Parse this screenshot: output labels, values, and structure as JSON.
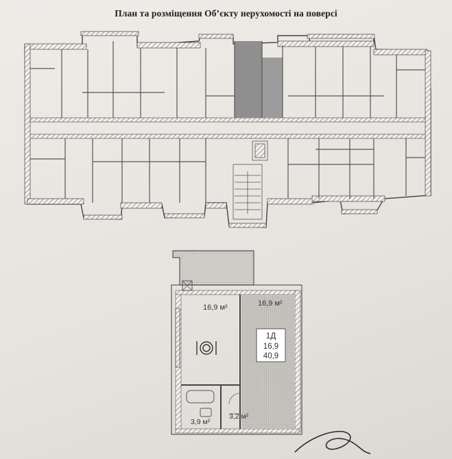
{
  "document": {
    "title": "План та розміщення Об’єкту нерухомості на поверсі"
  },
  "apartment": {
    "code": "1Д",
    "living_area": "16,9",
    "total_area": "40,9",
    "rooms": {
      "kitchen_area": "16,9 м²",
      "living_room_area": "16,9 м²",
      "bathroom_area": "3,9 м²",
      "hall_area": "3,2 м²"
    }
  },
  "colors": {
    "wall": "#555555",
    "highlight": "#9a9a9a",
    "paper": "#ebe8e3"
  }
}
